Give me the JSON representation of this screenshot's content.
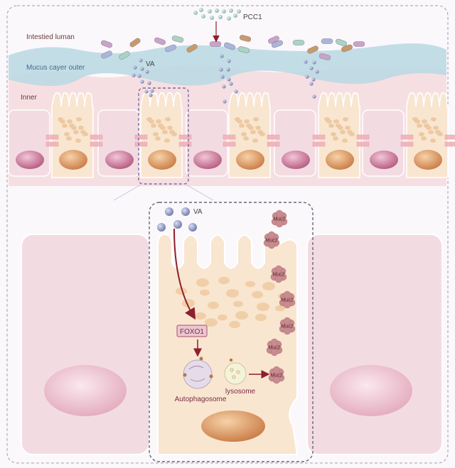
{
  "top_panel": {
    "lumen_label": "Intestied luman",
    "mucus_outer_label": "Mucus cayer outer",
    "inner_label": "Inner",
    "pcc1_label": "PCC1",
    "va_label": "VA"
  },
  "detail_panel": {
    "va_label": "VA",
    "foxo1_label": "FOXO1",
    "autophagosome_label": "Autophagosome",
    "lysosome_label": "lysosome",
    "muc2_labels": [
      "Muc2",
      "Muc2",
      "Muc2",
      "Muc2",
      "Muc2",
      "Muc2",
      "Muc2"
    ]
  },
  "colors": {
    "mucus": "#bcd9e3",
    "inner": "#f6dfe2",
    "goblet_cell": "#f9e6d0",
    "enterocyte": "#f3dbe2",
    "arrow": "#8e1f2c",
    "va_dot": "#8f9ac2",
    "pcc1_dot": "#a9c9c4"
  }
}
